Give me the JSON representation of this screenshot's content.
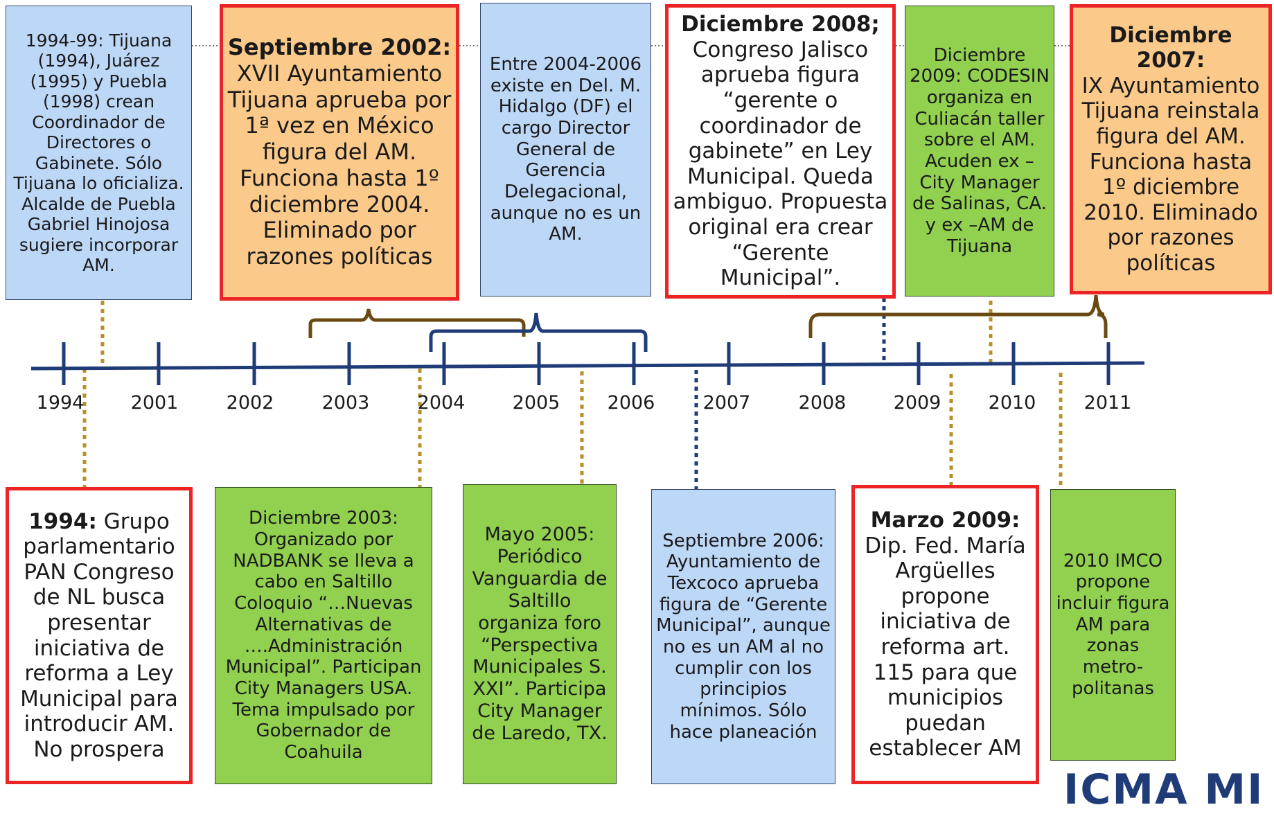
{
  "years": [
    "1994",
    "2001",
    "2002",
    "2003",
    "2004",
    "2005",
    "2006",
    "2007",
    "2008",
    "2009",
    "2010",
    "2011"
  ],
  "top_events": [
    {
      "head": "",
      "text": "1994-99: Tijuana (1994), Juárez (1995) y Puebla (1998) crean Coordinador de Directores o Gabinete. Sólo Tijuana lo oficializa. Alcalde de Puebla Gabriel Hinojosa sugiere incorporar AM."
    },
    {
      "head": "Septiembre 2002:",
      "text": "XVII Ayuntamiento Tijuana aprueba por 1ª vez en México figura del AM. Funciona hasta 1º diciembre 2004. Eliminado por razones políticas"
    },
    {
      "head": "",
      "text": "Entre 2004-2006 existe en Del. M. Hidalgo (DF) el cargo Director General de Gerencia Delegacional, aunque no es un AM."
    },
    {
      "head": "Diciembre 2008;",
      "text": "Congreso Jalisco aprueba figura “gerente o coordinador de gabinete” en Ley Municipal. Queda ambiguo. Propuesta original era crear “Gerente Municipal”."
    },
    {
      "head": "",
      "text": "Diciembre 2009: CODESIN organiza en Culiacán taller sobre el AM. Acuden ex –City Manager de Salinas, CA. y ex –AM de Tijuana"
    },
    {
      "head": "Diciembre 2007:",
      "text": "IX Ayuntamiento Tijuana reinstala figura del AM. Funciona hasta 1º diciembre 2010. Eliminado por razones políticas"
    }
  ],
  "bottom_events": [
    {
      "head": "1994:",
      "text": "Grupo parlamentario PAN Congreso de NL busca presentar iniciativa de reforma a Ley Municipal para introducir AM. No prospera"
    },
    {
      "head": "",
      "text": "Diciembre 2003: Organizado por NADBANK se lleva a cabo en Saltillo Coloquio “…Nuevas Alternativas de ….Administración Municipal”. Participan City Managers USA. Tema impulsado por Gobernador  de Coahuila"
    },
    {
      "head": "",
      "text": "Mayo 2005: Periódico Vanguardia de Saltillo organiza foro “Perspectiva Municipales S. XXI”. Participa City Manager de Laredo, TX."
    },
    {
      "head": "",
      "text": "Septiembre 2006: Ayuntamiento de Texcoco aprueba figura de “Gerente Municipal”, aunque no es un AM al no cumplir con los principios mínimos. Sólo hace planeación"
    },
    {
      "head": "Marzo 2009:",
      "text": "Dip. Fed. María Argüelles propone iniciativa de reforma art. 115 para que municipios puedan establecer AM"
    },
    {
      "head": "",
      "text": "2010 IMCO propone incluir figura AM para zonas metro-politanas"
    }
  ],
  "logo": "ICMA MI",
  "colors": {
    "blue": "#bdd7f7",
    "orange": "#fbc98a",
    "green": "#92d050",
    "red_border": "#ec2426",
    "axis": "#1f3c78",
    "connector": "#b8902a"
  }
}
